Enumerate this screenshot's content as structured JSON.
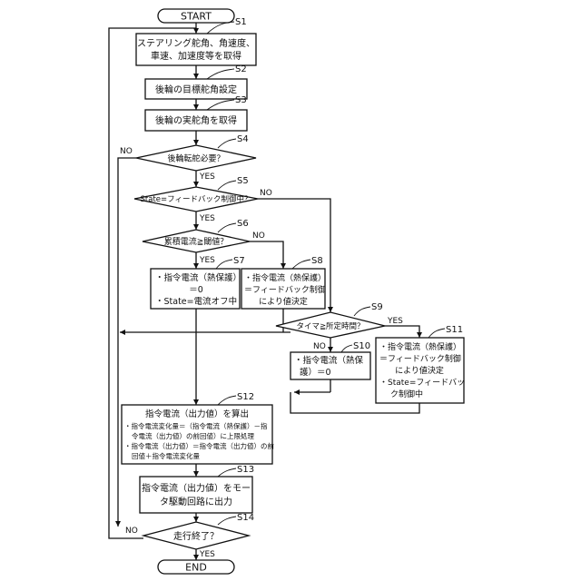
{
  "flowchart": {
    "start": "START",
    "end": "END",
    "yes": "YES",
    "no": "NO",
    "s1": {
      "label": "S1",
      "line1": "ステアリング舵角、角速度、",
      "line2": "車速、加速度等を取得"
    },
    "s2": {
      "label": "S2",
      "text": "後輪の目標舵角設定"
    },
    "s3": {
      "label": "S3",
      "text": "後輪の実舵角を取得"
    },
    "s4": {
      "label": "S4",
      "text": "後輪転舵必要？"
    },
    "s5": {
      "label": "S5",
      "text": "State=フィードバック制御中？"
    },
    "s6": {
      "label": "S6",
      "text": "累積電流≧閾値？"
    },
    "s7": {
      "label": "S7",
      "line1": "・指令電流（熱保護）",
      "line2": "＝0",
      "line3": "・State=電流オフ中"
    },
    "s8": {
      "label": "S8",
      "line1": "・指令電流（熱保護）",
      "line2": "＝フィードバック制御",
      "line3": "により値決定"
    },
    "s9": {
      "label": "S9",
      "text": "タイマ≧所定時間？"
    },
    "s10": {
      "label": "S10",
      "line1": "・指令電流（熱保",
      "line2": "護）＝0"
    },
    "s11": {
      "label": "S11",
      "line1": "・指令電流（熱保護）",
      "line2": "＝フィードバック制御",
      "line3": "により値決定",
      "line4": "・State=フィードバッ",
      "line5": "ク制御中"
    },
    "s12": {
      "label": "S12",
      "title": "指令電流（出力値）を算出",
      "line1": "・指令電流変化量＝（指令電流（熱保護）－指",
      "line2": "令電流（出力値）の前回値）に上限処理",
      "line3": "・指令電流（出力値）＝指令電流（出力値）の前",
      "line4": "回値＋指令電流変化量"
    },
    "s13": {
      "label": "S13",
      "line1": "指令電流（出力値）をモー",
      "line2": "タ駆動回路に出力"
    },
    "s14": {
      "label": "S14",
      "text": "走行終了？"
    }
  }
}
